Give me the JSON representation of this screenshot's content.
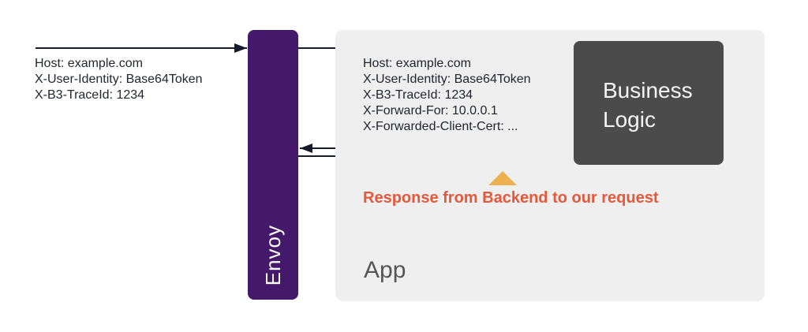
{
  "client_request": {
    "lines": [
      "Host: example.com",
      "X-User-Identity: Base64Token",
      "X-B3-TraceId: 1234"
    ]
  },
  "envoy": {
    "label": "Envoy"
  },
  "app": {
    "label": "App"
  },
  "proxied_request": {
    "lines": [
      "Host: example.com",
      "X-User-Identity: Base64Token",
      "X-B3-TraceId: 1234",
      "X-Forward-For: 10.0.0.1",
      "X-Forwarded-Client-Cert: ..."
    ]
  },
  "business_logic": {
    "label": "Business Logic"
  },
  "annotation": {
    "text": "Response from Backend to our request"
  },
  "colors": {
    "envoy_purple": "#44186B",
    "business_logic_gray": "#4B4B4B",
    "app_gray": "#EFEFEF",
    "arrow_navy": "#161A2B",
    "header_text": "#23252F",
    "annotation_orange": "#E4583B",
    "pointer_amber": "#EDB24F",
    "app_label_gray": "#555555",
    "box_text_white": "#F5F5F5"
  }
}
